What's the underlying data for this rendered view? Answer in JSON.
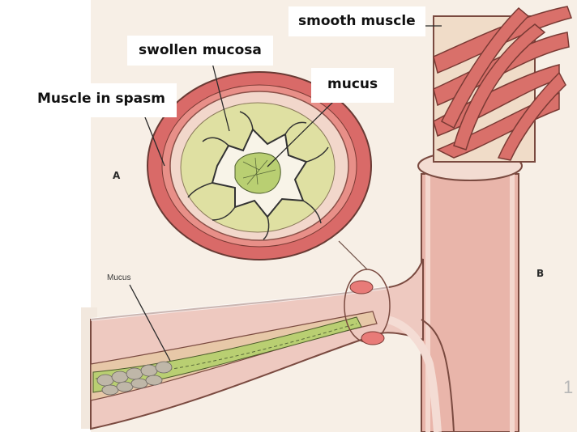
{
  "labels": {
    "smooth_muscle": "smooth muscle",
    "swollen_mucosa": "swollen mucosa",
    "mucus": "mucus",
    "muscle_in_spasm": "Muscle in spasm",
    "mucus_small": "Mucus",
    "letter_a": "A",
    "letter_b": "B"
  },
  "slide_number": "1",
  "colors": {
    "muscle_red": "#d86a6a",
    "mucosa_pink": "#eec7bf",
    "mucosa_yellow": "#dedea0",
    "mucus_green": "#b9cf72",
    "paper": "#fbf4ec"
  }
}
